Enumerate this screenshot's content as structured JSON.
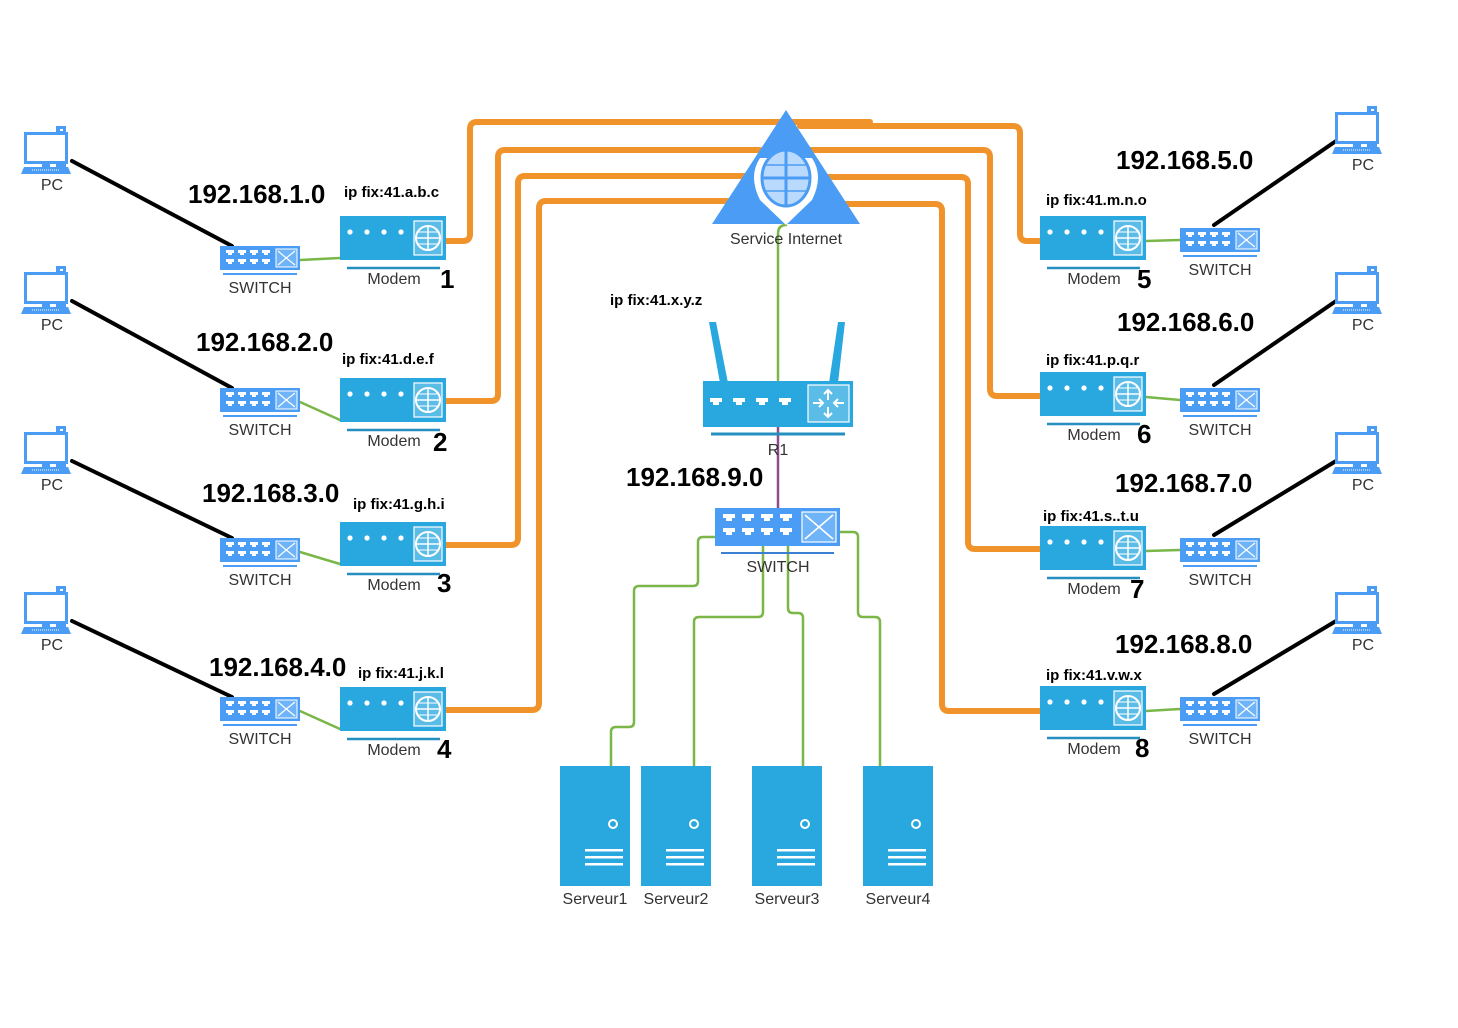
{
  "colors": {
    "wan_link": "#F0932B",
    "lan_link": "#7AB648",
    "pc_link": "#000000",
    "router_switch_link": "#8E4C8E",
    "device_blue": "#29A8E0",
    "switch_blue": "#4A9CF5",
    "pc_blue": "#4A9CF5",
    "internet_blue": "#4A9CF5"
  },
  "internet": {
    "label": "Service Internet"
  },
  "router": {
    "label": "R1",
    "ip_label": "ip fix:41.x.y.z"
  },
  "core_switch": {
    "label": "SWITCH",
    "network": "192.168.9.0"
  },
  "servers": [
    {
      "label": "Serveur1"
    },
    {
      "label": "Serveur2"
    },
    {
      "label": "Serveur3"
    },
    {
      "label": "Serveur4"
    }
  ],
  "sites": [
    {
      "side": "left",
      "network": "192.168.1.0",
      "ip_label": "ip fix:41.a.b.c",
      "modem_label": "Modem",
      "number": "1",
      "switch_label": "SWITCH",
      "pc_label": "PC"
    },
    {
      "side": "left",
      "network": "192.168.2.0",
      "ip_label": "ip fix:41.d.e.f",
      "modem_label": "Modem",
      "number": "2",
      "switch_label": "SWITCH",
      "pc_label": "PC"
    },
    {
      "side": "left",
      "network": "192.168.3.0",
      "ip_label": "ip fix:41.g.h.i",
      "modem_label": "Modem",
      "number": "3",
      "switch_label": "SWITCH",
      "pc_label": "PC"
    },
    {
      "side": "left",
      "network": "192.168.4.0",
      "ip_label": "ip fix:41.j.k.l",
      "modem_label": "Modem",
      "number": "4",
      "switch_label": "SWITCH",
      "pc_label": "PC"
    },
    {
      "side": "right",
      "network": "192.168.5.0",
      "ip_label": "ip fix:41.m.n.o",
      "modem_label": "Modem",
      "number": "5",
      "switch_label": "SWITCH",
      "pc_label": "PC"
    },
    {
      "side": "right",
      "network": "192.168.6.0",
      "ip_label": "ip fix:41.p.q.r",
      "modem_label": "Modem",
      "number": "6",
      "switch_label": "SWITCH",
      "pc_label": "PC"
    },
    {
      "side": "right",
      "network": "192.168.7.0",
      "ip_label": "ip fix:41.s..t.u",
      "modem_label": "Modem",
      "number": "7",
      "switch_label": "SWITCH",
      "pc_label": "PC"
    },
    {
      "side": "right",
      "network": "192.168.8.0",
      "ip_label": "ip fix:41.v.w.x",
      "modem_label": "Modem",
      "number": "8",
      "switch_label": "SWITCH",
      "pc_label": "PC"
    }
  ]
}
